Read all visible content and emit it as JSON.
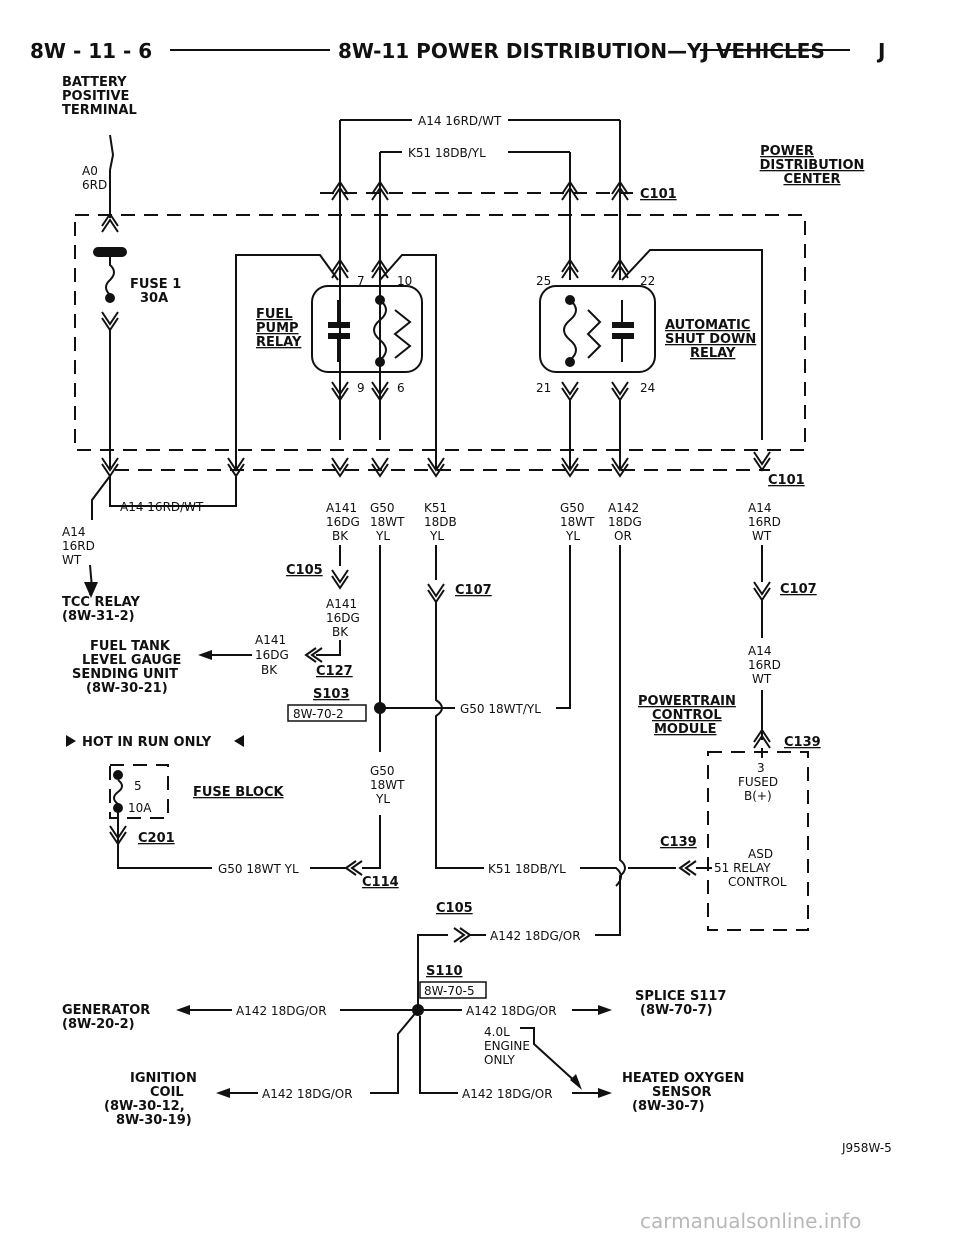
{
  "header": {
    "left": "8W - 11 - 6",
    "title": "8W-11 POWER DISTRIBUTION—YJ VEHICLES",
    "right": "J"
  },
  "battery": {
    "label": [
      "BATTERY",
      "POSITIVE",
      "TERMINAL"
    ],
    "wire": [
      "A0",
      "6RD"
    ]
  },
  "pdc": {
    "label": [
      "POWER",
      "DISTRIBUTION",
      "CENTER"
    ],
    "connector": "C101"
  },
  "fuse1": {
    "label": [
      "FUSE 1",
      "30A"
    ]
  },
  "fuel_pump_relay": {
    "label": [
      "FUEL",
      "PUMP",
      "RELAY"
    ],
    "pins": [
      "7",
      "10",
      "9",
      "6"
    ]
  },
  "asd_relay": {
    "label": [
      "AUTOMATIC",
      "SHUT DOWN",
      "RELAY"
    ],
    "pins": [
      "25",
      "22",
      "21",
      "24"
    ]
  },
  "connectors": {
    "c101_bottom": "C101",
    "c105": "C105",
    "c107_left": "C107",
    "c107_right": "C107",
    "c127": "C127",
    "c139_top": "C139",
    "c139_side": "C139",
    "c201": "C201",
    "c114": "C114",
    "c105_bottom": "C105"
  },
  "splices": {
    "s103": "S103",
    "s103_ref": "8W-70-2",
    "s110": "S110",
    "s110_ref": "8W-70-5"
  },
  "wires": {
    "top_a14": "A14 16RD/WT",
    "top_k51": "K51 18DB/YL",
    "left_a14": "A14 16RD/WT",
    "tcc_wire": [
      "A14",
      "16RD",
      "WT"
    ],
    "col_a141": [
      "A141",
      "16DG",
      "BK"
    ],
    "col_g50a": [
      "G50",
      "18WT",
      "YL"
    ],
    "col_k51": [
      "K51",
      "18DB",
      "YL"
    ],
    "col_g50b": [
      "G50",
      "18WT",
      "YL"
    ],
    "col_a142": [
      "A142",
      "18DG",
      "OR"
    ],
    "col_a14": [
      "A14",
      "16RD",
      "WT"
    ],
    "a141_below": [
      "A141",
      "16DG",
      "BK"
    ],
    "gauge_wire": [
      "A141",
      "16DG",
      "BK"
    ],
    "g50_splice": "G50 18WT/YL",
    "g50_mid": [
      "G50",
      "18WT",
      "YL"
    ],
    "a14_right_mid": [
      "A14",
      "16RD",
      "WT"
    ],
    "g50_bottom": "G50 18WT YL",
    "k51_bottom": "K51 18DB/YL",
    "a142_c105": "A142 18DG/OR",
    "a142_gen": "A142 18DG/OR",
    "a142_splice": "A142 18DG/OR",
    "a142_coil": "A142 18DG/OR",
    "a142_o2": "A142 18DG/OR"
  },
  "components": {
    "tcc_relay": [
      "TCC RELAY",
      "(8W-31-2)"
    ],
    "fuel_gauge": [
      "FUEL TANK",
      "LEVEL GAUGE",
      "SENDING UNIT",
      "(8W-30-21)"
    ],
    "hot_in_run": "HOT IN RUN ONLY",
    "fuse_block": "FUSE BLOCK",
    "fuse_block_fuse": [
      "5",
      "10A"
    ],
    "pcm": [
      "POWERTRAIN",
      "CONTROL",
      "MODULE"
    ],
    "pcm_pin3": [
      "3",
      "FUSED",
      "B(+)"
    ],
    "pcm_pin51": [
      "ASD",
      "51 RELAY",
      "CONTROL"
    ],
    "generator": [
      "GENERATOR",
      "(8W-20-2)"
    ],
    "splice_s117": [
      "SPLICE S117",
      "(8W-70-7)"
    ],
    "engine_note": [
      "4.0L",
      "ENGINE",
      "ONLY"
    ],
    "ignition_coil": [
      "IGNITION",
      "COIL",
      "(8W-30-12,",
      "8W-30-19)"
    ],
    "o2_sensor": [
      "HEATED OXYGEN",
      "SENSOR",
      "(8W-30-7)"
    ]
  },
  "figure_id": "J958W-5",
  "watermark": "carmanualsonline.info"
}
